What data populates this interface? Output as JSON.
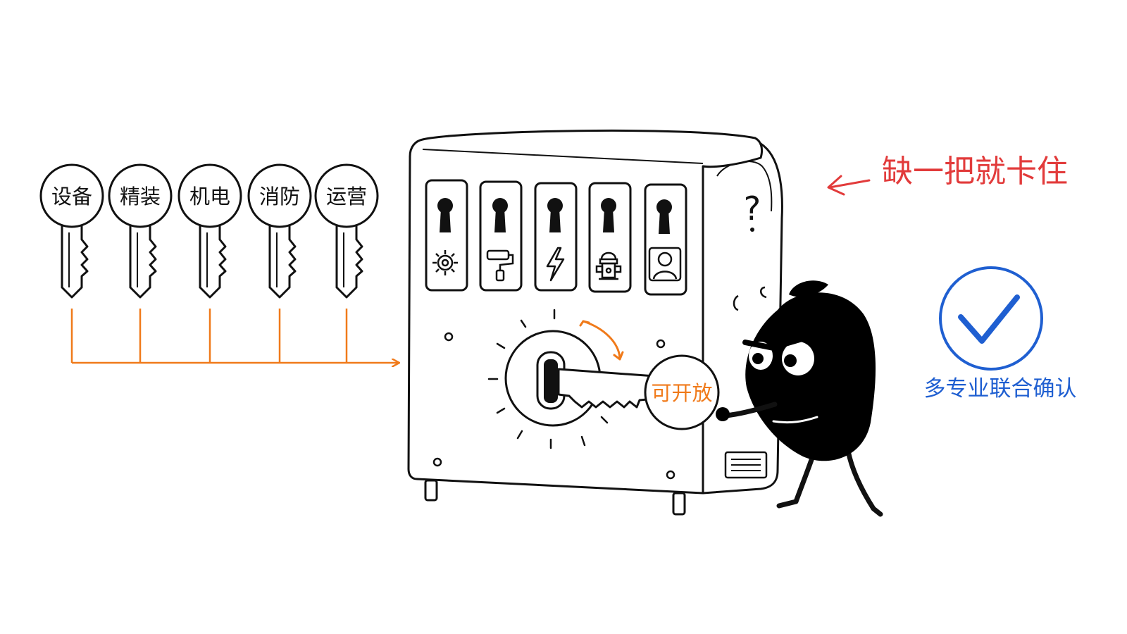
{
  "keys": [
    {
      "label": "设备"
    },
    {
      "label": "精装"
    },
    {
      "label": "机电"
    },
    {
      "label": "消防"
    },
    {
      "label": "运营"
    }
  ],
  "lock_slots": [
    {
      "icon": "gear-icon"
    },
    {
      "icon": "paint-roller-icon"
    },
    {
      "icon": "lightning-icon"
    },
    {
      "icon": "fire-hydrant-icon"
    },
    {
      "icon": "person-icon"
    }
  ],
  "master_key_label": "可开放",
  "question_mark": "?",
  "missing_note": "缺一把就卡住",
  "confirm_note": "多专业联合确认",
  "colors": {
    "ink": "#111111",
    "flow_line": "#f07a1a",
    "missing_note": "#e23b3b",
    "confirm": "#1f5fd1"
  }
}
